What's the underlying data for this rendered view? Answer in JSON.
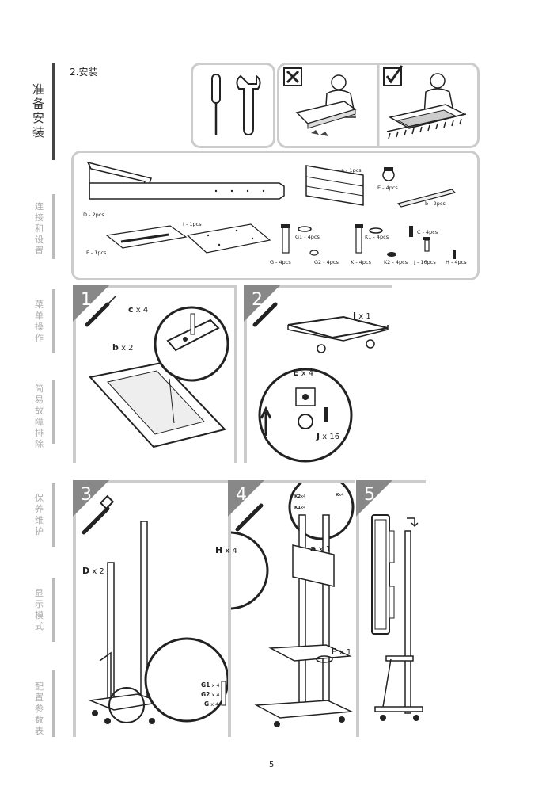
{
  "section_title": "2.安装",
  "page_number": "5",
  "sidebar": [
    {
      "label": "准备安装",
      "active": true
    },
    {
      "label": "连接和设置",
      "active": false
    },
    {
      "label": "菜单操作",
      "active": false
    },
    {
      "label": "简易故障排除",
      "active": false
    },
    {
      "label": "保养维护",
      "active": false
    },
    {
      "label": "显示模式",
      "active": false
    },
    {
      "label": "配置参数表",
      "active": false
    }
  ],
  "parts": {
    "a": "a - 1pcs",
    "E": "E - 4pcs",
    "b": "b - 2pcs",
    "D": "D - 2pcs",
    "I": "I - 1pcs",
    "F": "F - 1pcs",
    "G1": "G1 - 4pcs",
    "K1": "K1 - 4pcs",
    "C": "C - 4pcs",
    "G": "G - 4pcs",
    "G2": "G2 - 4pcs",
    "K": "K - 4pcs",
    "K2": "K2 - 4pcs",
    "J": "J - 16pcs",
    "H": "H - 4pcs"
  },
  "steps": [
    {
      "num": "1",
      "labels": {
        "c": "c",
        "c_qty": "x 4",
        "b": "b",
        "b_qty": "x 2"
      }
    },
    {
      "num": "2",
      "labels": {
        "I": "I",
        "I_qty": "x 1",
        "E": "E",
        "E_qty": "x 4",
        "J": "J",
        "J_qty": "x 16"
      }
    },
    {
      "num": "3",
      "labels": {
        "D": "D",
        "D_qty": "x 2",
        "G1": "G1",
        "G1_qty": "x 4",
        "G2": "G2",
        "G2_qty": "x 4",
        "G": "G",
        "G_qty": "x 4"
      }
    },
    {
      "num": "4",
      "labels": {
        "H": "H",
        "H_qty": "x 4",
        "a": "a",
        "a_qty": "x 1",
        "F": "F",
        "F_qty": "x 1",
        "K2": "K2",
        "K2_qty": "x4",
        "K1": "K1",
        "K1_qty": "x4",
        "K": "K",
        "K_qty": "x4"
      }
    },
    {
      "num": "5",
      "labels": {}
    }
  ]
}
